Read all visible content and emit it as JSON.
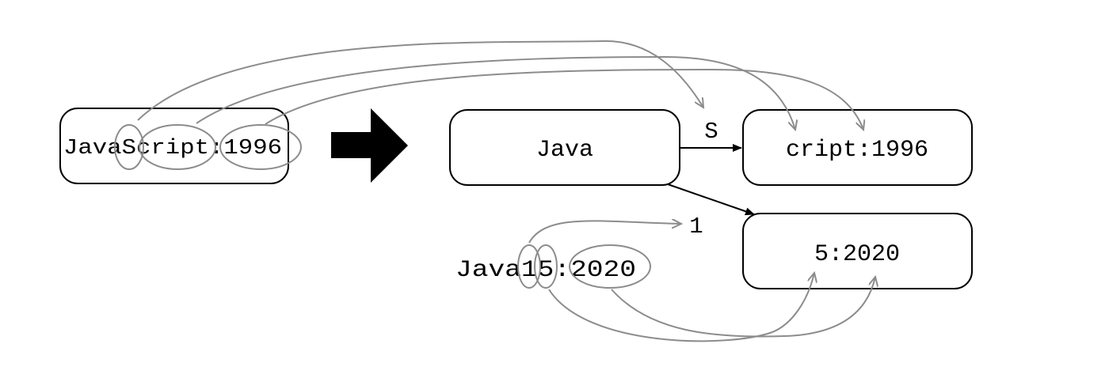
{
  "source": {
    "text": "JavaScript:1996"
  },
  "tree": {
    "root": {
      "label": "Java"
    },
    "child_top": {
      "label": "cript:1996",
      "edge_label": "S"
    },
    "child_bottom": {
      "label": "5:2020",
      "edge_label": "1"
    }
  },
  "inserted_key": {
    "text": "Java15:2020"
  },
  "colors": {
    "box_stroke": "#000000",
    "annotation": "#8c8c8c",
    "transform_arrow": "#000000"
  }
}
